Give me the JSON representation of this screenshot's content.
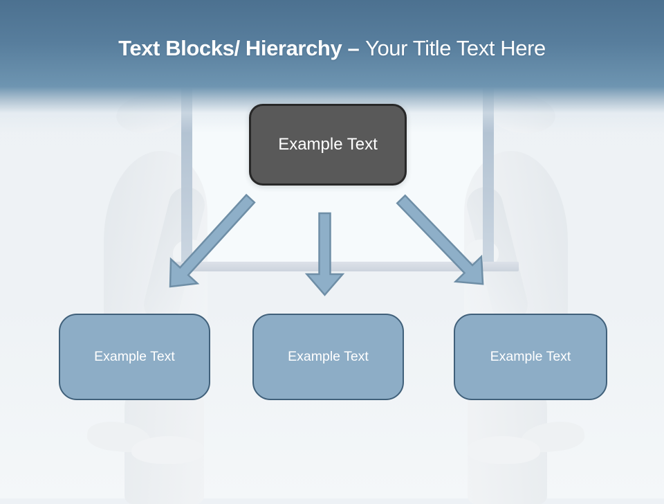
{
  "slide": {
    "title": {
      "bold": "Text Blocks/ Hierarchy –",
      "regular": "Your Title Text Here"
    },
    "root_block": {
      "label": "Example Text"
    },
    "child_blocks": [
      {
        "label": "Example Text"
      },
      {
        "label": "Example Text"
      },
      {
        "label": "Example Text"
      }
    ],
    "arrows": [
      "down-left",
      "down",
      "down-right"
    ],
    "colors": {
      "header_top": "#4c7190",
      "header_bottom": "#6e95b1",
      "root_fill": "#595959",
      "root_border": "#282828",
      "child_fill": "#8dadc6",
      "child_border": "#40607a",
      "arrow_fill": "#8eafc8",
      "arrow_stroke": "#6e8ea6",
      "text": "#ffffff"
    }
  }
}
